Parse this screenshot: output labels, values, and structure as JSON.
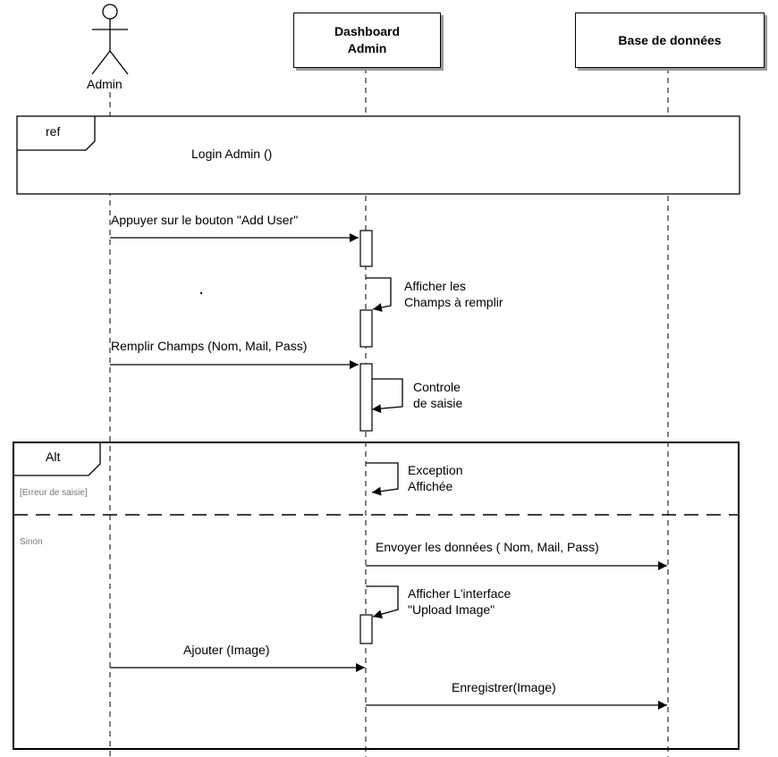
{
  "actor": {
    "name": "Admin"
  },
  "lifelines": [
    {
      "label": "Dashboard\nAdmin"
    },
    {
      "label": "Base de données"
    }
  ],
  "ref_frame": {
    "tag": "ref",
    "text": "Login Admin ()"
  },
  "alt_frame": {
    "tag": "Alt",
    "guard1": "[Erreur de saisie]",
    "guard2": "Sinon"
  },
  "messages": [
    {
      "text": "Appuyer sur le bouton \"Add User\""
    },
    {
      "text": "Afficher les\nChamps à remplir"
    },
    {
      "text": "Remplir Champs (Nom, Mail, Pass)"
    },
    {
      "text": "Controle\nde saisie"
    },
    {
      "text": "Exception\nAffichée"
    },
    {
      "text": "Envoyer les données ( Nom, Mail, Pass)"
    },
    {
      "text": "Afficher L'interface\n\"Upload Image\""
    },
    {
      "text": "Ajouter (Image)"
    },
    {
      "text": "Enregistrer(Image)"
    }
  ]
}
